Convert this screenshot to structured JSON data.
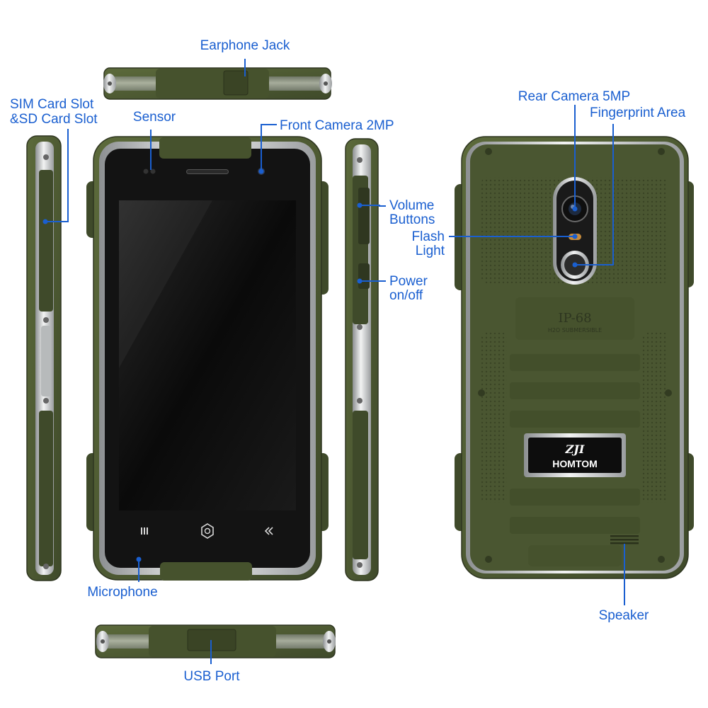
{
  "colors": {
    "label": "#1a5fd0",
    "leader": "#1a5fd0",
    "body": "#4e5a33",
    "body_dark": "#343c22",
    "screen": "#0d0d0d",
    "metal": "#c9cbcc"
  },
  "labels": {
    "earphone_jack": "Earphone Jack",
    "sim_sd_slot_line1": "SIM Card Slot",
    "sim_sd_slot_line2": "&SD Card Slot",
    "sensor": "Sensor",
    "front_camera": "Front Camera 2MP",
    "volume_line1": "Volume",
    "volume_line2": "Buttons",
    "flash_line1": "Flash",
    "flash_line2": "Light",
    "power_line1": "Power",
    "power_line2": "on/off",
    "rear_camera": "Rear Camera 5MP",
    "fingerprint": "Fingerprint Area",
    "microphone": "Microphone",
    "speaker": "Speaker",
    "usb_port": "USB Port"
  },
  "phone_marks": {
    "rating": "IP-68",
    "rating_sub": "H2O SUBMERSIBLE",
    "brand_logo": "ZJI",
    "brand_name": "HOMTOM"
  },
  "nav_icons": [
    "menu-icon",
    "home-icon",
    "back-icon"
  ]
}
